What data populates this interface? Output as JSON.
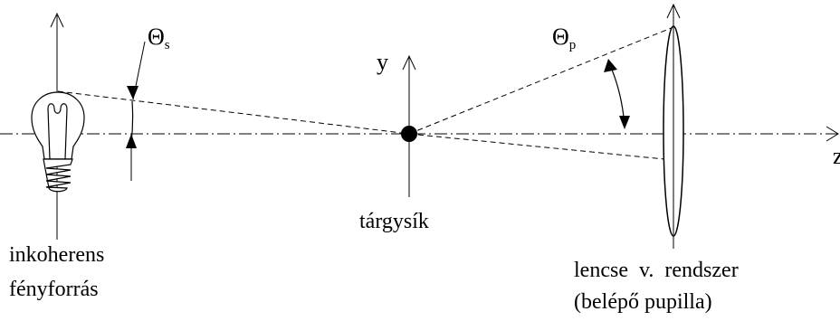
{
  "labels": {
    "theta_s": {
      "symbol": "Θ",
      "sub": "s"
    },
    "theta_p": {
      "symbol": "Θ",
      "sub": "p"
    },
    "y_axis": "y",
    "z_axis": "z",
    "object_plane": "tárgysík",
    "source_line1": "inkoherens",
    "source_line2": "fényforrás",
    "lens_line1": "lencse  v.  rendszer",
    "lens_line2": "(belépő pupilla)"
  },
  "icons": {
    "source": "light-bulb-icon",
    "object": "object-point-icon",
    "lens": "lens-icon"
  },
  "colors": {
    "ink": "#000000",
    "background": "#ffffff"
  }
}
